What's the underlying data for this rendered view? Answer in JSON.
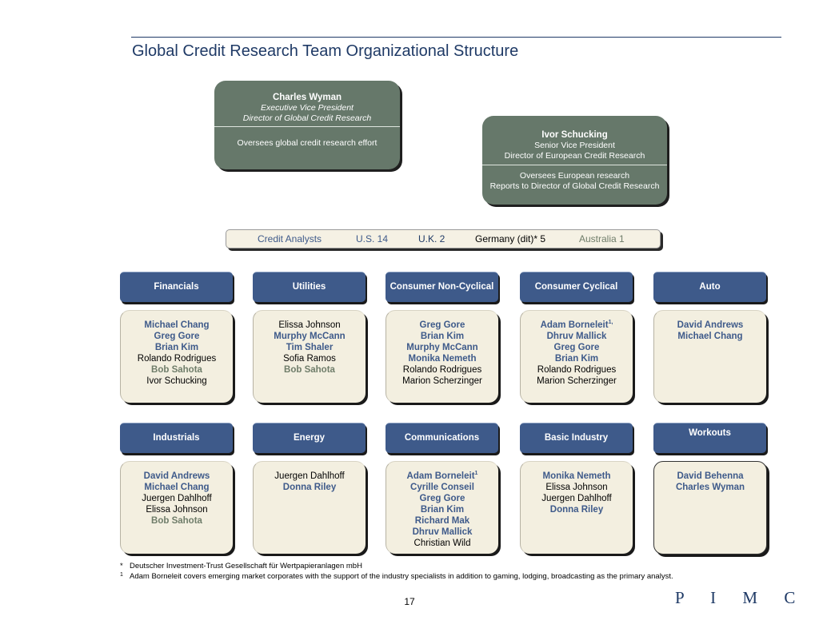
{
  "title": "Global Credit Research Team Organizational Structure",
  "colors": {
    "navy": "#1f3a66",
    "header_blue": "#3e5a8a",
    "exec_green": "#66786a",
    "box_cream": "#f3efe0",
    "muted_green": "#6f7d6a"
  },
  "exec_primary": {
    "name": "Charles Wyman",
    "title1": "Executive Vice President",
    "title2": "Director of Global Credit Research",
    "role": "Oversees global credit research effort"
  },
  "exec_secondary": {
    "name": "Ivor Schucking",
    "title1": "Senior Vice President",
    "title2": "Director of European Credit Research",
    "role1": "Oversees European research",
    "role2": "Reports to Director of Global Credit Research"
  },
  "analyst_bar": {
    "label": "Credit Analysts",
    "us": "U.S. 14",
    "uk": "U.K. 2",
    "germany": "Germany (dit)* 5",
    "australia": "Australia 1"
  },
  "sectors_row1": [
    {
      "header": "Financials",
      "members": [
        {
          "name": "Michael Chang",
          "style": "pimco"
        },
        {
          "name": "Greg Gore",
          "style": "pimco"
        },
        {
          "name": "Brian Kim",
          "style": "pimco"
        },
        {
          "name": "Rolando Rodrigues",
          "style": "plain"
        },
        {
          "name": "Bob Sahota",
          "style": "grey"
        },
        {
          "name": "Ivor Schucking",
          "style": "plain"
        }
      ]
    },
    {
      "header": "Utilities",
      "members": [
        {
          "name": "Elissa Johnson",
          "style": "plain"
        },
        {
          "name": "Murphy McCann",
          "style": "pimco"
        },
        {
          "name": "Tim Shaler",
          "style": "pimco"
        },
        {
          "name": "Sofia Ramos",
          "style": "plain"
        },
        {
          "name": "Bob Sahota",
          "style": "grey"
        }
      ]
    },
    {
      "header": "Consumer Non-Cyclical",
      "members": [
        {
          "name": "Greg Gore",
          "style": "pimco"
        },
        {
          "name": "Brian Kim",
          "style": "pimco"
        },
        {
          "name": "Murphy  McCann",
          "style": "pimco"
        },
        {
          "name": "Monika Nemeth",
          "style": "pimco"
        },
        {
          "name": "Rolando Rodrigues",
          "style": "plain"
        },
        {
          "name": "Marion Scherzinger",
          "style": "plain"
        }
      ]
    },
    {
      "header": "Consumer Cyclical",
      "members": [
        {
          "name": "Adam Borneleit",
          "style": "pimco",
          "sup": "1,"
        },
        {
          "name": "Dhruv Mallick",
          "style": "pimco"
        },
        {
          "name": "Greg Gore",
          "style": "pimco"
        },
        {
          "name": "Brian Kim",
          "style": "pimco"
        },
        {
          "name": "Rolando Rodrigues",
          "style": "plain"
        },
        {
          "name": "Marion Scherzinger",
          "style": "plain"
        }
      ]
    },
    {
      "header": "Auto",
      "members": [
        {
          "name": "David Andrews",
          "style": "pimco"
        },
        {
          "name": "Michael Chang",
          "style": "pimco"
        }
      ]
    }
  ],
  "sectors_row2": [
    {
      "header": "Industrials",
      "members": [
        {
          "name": "David Andrews",
          "style": "pimco"
        },
        {
          "name": "Michael Chang",
          "style": "pimco"
        },
        {
          "name": "Juergen Dahlhoff",
          "style": "plain"
        },
        {
          "name": "Elissa Johnson",
          "style": "plain"
        },
        {
          "name": "Bob Sahota",
          "style": "grey"
        }
      ]
    },
    {
      "header": "Energy",
      "members": [
        {
          "name": "Juergen Dahlhoff",
          "style": "plain"
        },
        {
          "name": "Donna Riley",
          "style": "pimco"
        }
      ]
    },
    {
      "header": "Communications",
      "members": [
        {
          "name": "Adam Borneleit",
          "style": "pimco",
          "sup": "1"
        },
        {
          "name": "Cyrille Conseil",
          "style": "pimco"
        },
        {
          "name": "Greg Gore",
          "style": "pimco"
        },
        {
          "name": "Brian Kim",
          "style": "pimco"
        },
        {
          "name": "Richard Mak",
          "style": "pimco"
        },
        {
          "name": "Dhruv Mallick",
          "style": "pimco"
        },
        {
          "name": "Christian Wild",
          "style": "plain"
        }
      ]
    },
    {
      "header": "Basic Industry",
      "members": [
        {
          "name": "Monika Nemeth",
          "style": "pimco"
        },
        {
          "name": "Elissa Johnson",
          "style": "plain"
        },
        {
          "name": "Juergen Dahlhoff",
          "style": "plain"
        },
        {
          "name": "Donna Riley",
          "style": "pimco"
        }
      ]
    },
    {
      "header": "Workouts",
      "members": [
        {
          "name": "David Behenna",
          "style": "pimco"
        },
        {
          "name": "Charles Wyman",
          "style": "pimco"
        }
      ]
    }
  ],
  "footnotes": [
    {
      "mark": "*",
      "text": "Deutscher Investment-Trust Gesellschaft für Wertpapieranlagen mbH"
    },
    {
      "mark": "1",
      "text": "Adam Borneleit covers emerging market corporates with the support of the industry specialists in addition to gaming, lodging,  broadcasting as the primary analyst."
    }
  ],
  "page_number": "17",
  "logo": "PIMCO"
}
